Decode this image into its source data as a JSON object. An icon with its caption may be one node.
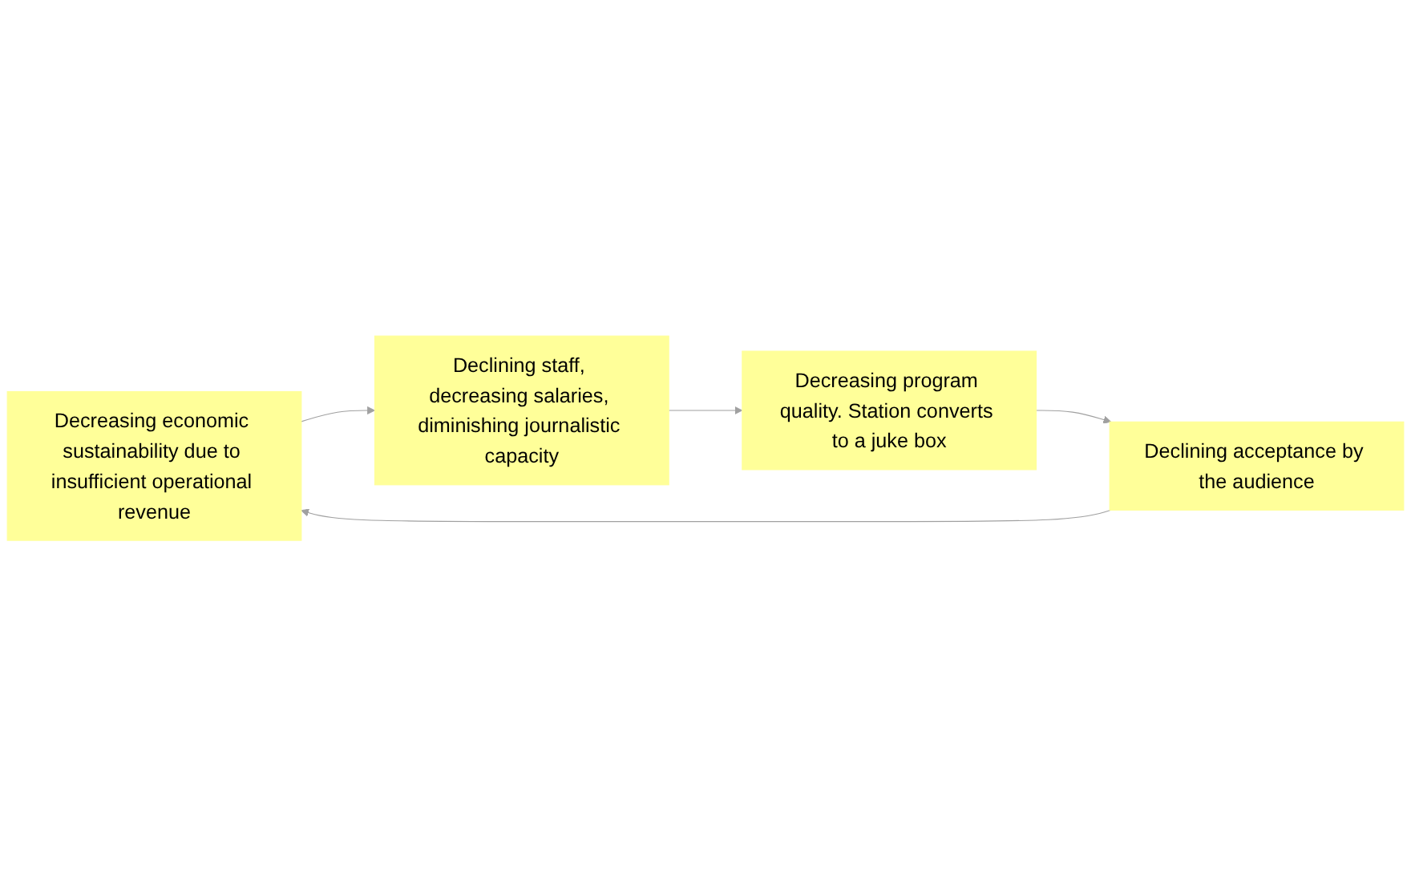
{
  "diagram": {
    "nodes": [
      {
        "text": [
          "Decreasing economic sustainability due to insufficient operational revenue"
        ]
      },
      {
        "text": [
          "Declining staff, decreasing salaries, diminishing journalistic capacity"
        ]
      },
      {
        "text": [
          "Decreasing program quality. Station converts to a juke box"
        ]
      },
      {
        "text": [
          "Declining acceptance by the audience"
        ]
      }
    ],
    "edges": [
      {
        "from": 0,
        "to": 1,
        "arrow": "to"
      },
      {
        "from": 1,
        "to": 2,
        "arrow": "to"
      },
      {
        "from": 2,
        "to": 3,
        "arrow": "to"
      },
      {
        "from": 3,
        "to": 0,
        "arrow": "to"
      }
    ]
  }
}
